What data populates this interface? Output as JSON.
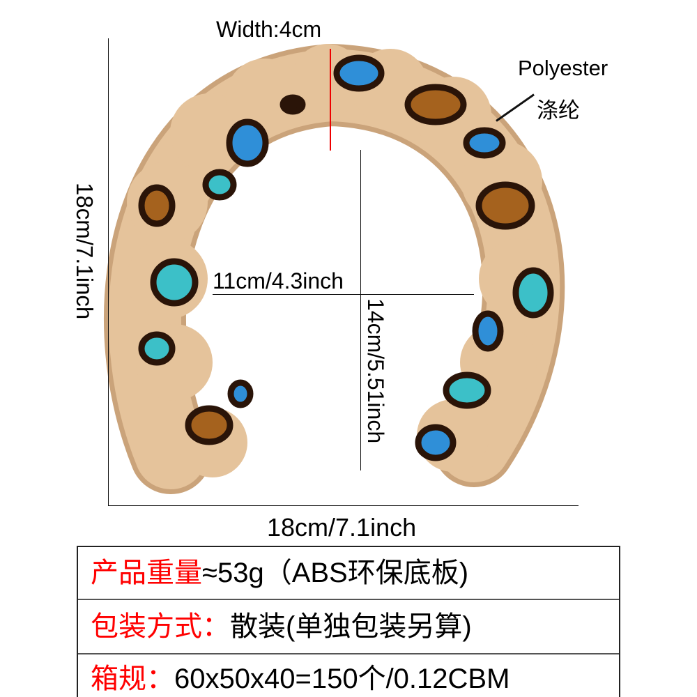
{
  "dimensions": {
    "width_label": "Width:4cm",
    "material_en": "Polyester",
    "material_cn": "涤纶",
    "height_label": "18cm/7.1inch",
    "inner_width_label": "11cm/4.3inch",
    "inner_height_label": "14cm/5.51inch",
    "bottom_width_label": "18cm/7.1inch"
  },
  "specs": [
    {
      "label": "产品重量",
      "value": "≈53g（ABS环保底板)"
    },
    {
      "label": "包装方式：",
      "value": "散装(单独包装另算)"
    },
    {
      "label": "箱规：",
      "value": "60x50x40=150个/0.12CBM"
    }
  ],
  "colors": {
    "fur": "#e5c39b",
    "spot_blue": "#2f8fd8",
    "spot_teal": "#3cc0c8",
    "spot_brown": "#a5621e",
    "spot_edge": "#2a1408",
    "label_red": "#ff0000"
  }
}
